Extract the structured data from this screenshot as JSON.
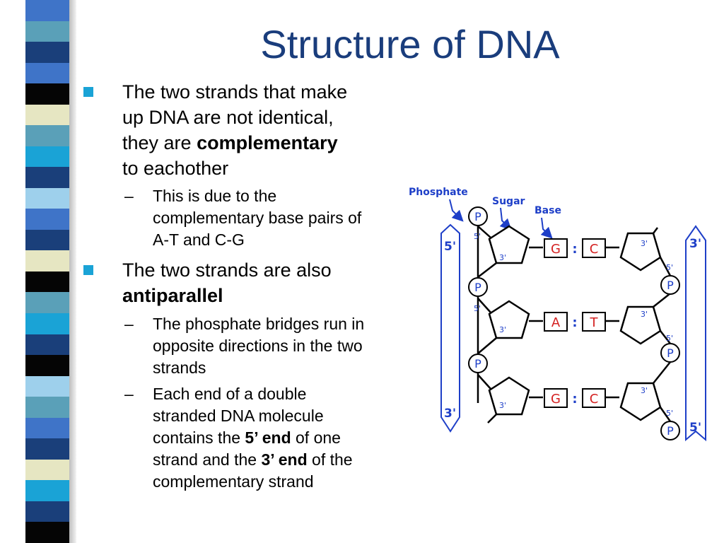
{
  "title": "Structure of DNA",
  "bullets": [
    {
      "lines": [
        "The two strands that make",
        "up DNA are not identical,",
        "they are",
        "complementary",
        "to eachother"
      ]
    },
    {
      "lines": [
        "This is due to the",
        "complementary base pairs of",
        "A-T and C-G"
      ]
    },
    {
      "lines": [
        "The two strands are also",
        "antiparallel"
      ]
    },
    {
      "lines": [
        "The phosphate bridges run in",
        "opposite directions in the two",
        "strands"
      ]
    },
    {
      "lines": [
        "Each end of a double",
        "stranded DNA molecule",
        "contains the",
        "5’ end",
        "of one",
        "strand and the",
        "3’ end",
        "of the",
        "complementary strand"
      ]
    }
  ],
  "dash": "–",
  "diagram": {
    "labels": {
      "phosphate": "Phosphate",
      "sugar": "Sugar",
      "base": "Base"
    },
    "phosphate_letter": "P",
    "five_prime": "5'",
    "three_prime": "3'",
    "pair_separator": ":",
    "pairs": [
      {
        "left": "G",
        "right": "C"
      },
      {
        "left": "A",
        "right": "T"
      },
      {
        "left": "G",
        "right": "C"
      }
    ],
    "strand_ends": {
      "left_top": "5'",
      "left_bottom": "3'",
      "right_top": "3'",
      "right_bottom": "5'"
    }
  },
  "colors": {
    "title": "#1a3d7c",
    "bullet": "#1aa3d6",
    "diagram_blue": "#1e3fc8",
    "diagram_red": "#d42020",
    "stripes": [
      "#3f74c8",
      "#5aa0b8",
      "#1a3f7a",
      "#3f74c8",
      "#050505",
      "#e6e6c2",
      "#5aa0b8",
      "#1aa3d6",
      "#1a3f7a",
      "#9ed0ec",
      "#3f74c8",
      "#1a3f7a",
      "#e6e6c2",
      "#050505",
      "#5aa0b8",
      "#1aa3d6",
      "#1a3f7a",
      "#050505",
      "#9ed0ec",
      "#5aa0b8",
      "#3f74c8",
      "#1a3f7a",
      "#e6e6c2",
      "#1aa3d6",
      "#1a3f7a",
      "#050505"
    ]
  }
}
